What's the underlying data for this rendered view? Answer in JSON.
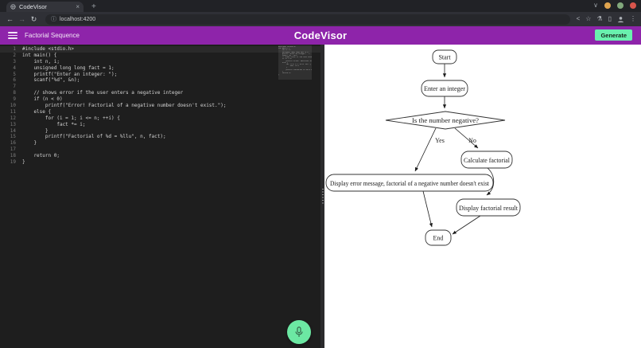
{
  "browser": {
    "tab_title": "CodeVisor",
    "url": "localhost:4200"
  },
  "icons": {
    "close_tab": "×",
    "new_tab": "+",
    "back": "←",
    "forward": "→",
    "reload": "↻",
    "info": "ⓘ",
    "share": "<",
    "bookmark": "☆",
    "flask": "⚗",
    "side_panel": "▯",
    "kebab": "⋮",
    "chevron_down": "∨"
  },
  "header": {
    "project_name": "Factorial Sequence",
    "app_title": "CodeVisor",
    "generate_label": "Generate"
  },
  "editor": {
    "language": "c",
    "lines": [
      "#include <stdio.h>",
      "int main() {",
      "    int n, i;",
      "    unsigned long long fact = 1;",
      "    printf(\"Enter an integer: \");",
      "    scanf(\"%d\", &n);",
      "",
      "    // shows error if the user enters a negative integer",
      "    if (n < 0)",
      "        printf(\"Error! Factorial of a negative number doesn't exist.\");",
      "    else {",
      "        for (i = 1; i <= n; ++i) {",
      "            fact *= i;",
      "        }",
      "        printf(\"Factorial of %d = %llu\", n, fact);",
      "    }",
      "",
      "    return 0;",
      "}"
    ]
  },
  "flowchart": {
    "nodes": {
      "start": "Start",
      "input": "Enter an integer",
      "decision": "Is the number negative?",
      "calculate": "Calculate factorial",
      "error": "Display error message, factorial of a negative number doesn't exist",
      "result": "Display factorial result",
      "end": "End"
    },
    "edge_labels": {
      "yes": "Yes",
      "no": "No"
    }
  },
  "colors": {
    "header_purple": "#8e24aa",
    "generate_green": "#69f0ae",
    "fab_green": "#6ce8a3",
    "editor_bg": "#1e1e1e",
    "win_dot_amber": "#dfa44f",
    "win_dot_green": "#82a87c",
    "win_dot_red": "#d8554c"
  }
}
